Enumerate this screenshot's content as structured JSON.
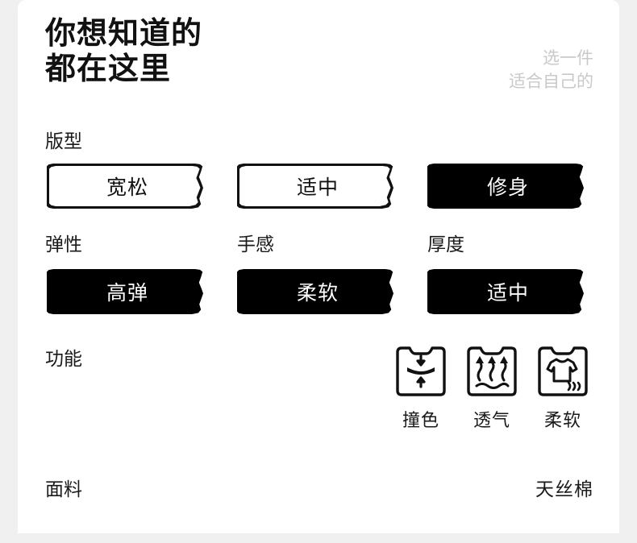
{
  "header": {
    "title": "你想知道的\n都在这里",
    "subtitle": "选一件\n适合自己的"
  },
  "theme": {
    "page_background": "#f0f0f0",
    "card_background": "#ffffff",
    "selected_background": "#000000",
    "selected_text": "#ffffff",
    "unselected_text": "#111111",
    "subtitle_color": "#c9c9c9"
  },
  "sections": {
    "fit": {
      "label": "版型",
      "options": [
        {
          "label": "宽松",
          "selected": false
        },
        {
          "label": "适中",
          "selected": false
        },
        {
          "label": "修身",
          "selected": true
        }
      ]
    },
    "elasticity": {
      "label": "弹性",
      "options": [
        {
          "label": "高弹",
          "selected": true
        }
      ]
    },
    "hand_feel": {
      "label": "手感",
      "options": [
        {
          "label": "柔软",
          "selected": true
        }
      ]
    },
    "thickness": {
      "label": "厚度",
      "options": [
        {
          "label": "适中",
          "selected": true
        }
      ]
    },
    "function": {
      "label": "功能",
      "items": [
        {
          "caption": "撞色",
          "icon": "compress-stretch-icon"
        },
        {
          "caption": "透气",
          "icon": "breathable-airflow-icon"
        },
        {
          "caption": "柔软",
          "icon": "soft-tshirt-icon"
        }
      ]
    },
    "fabric": {
      "label": "面料",
      "value": "天丝棉"
    }
  }
}
